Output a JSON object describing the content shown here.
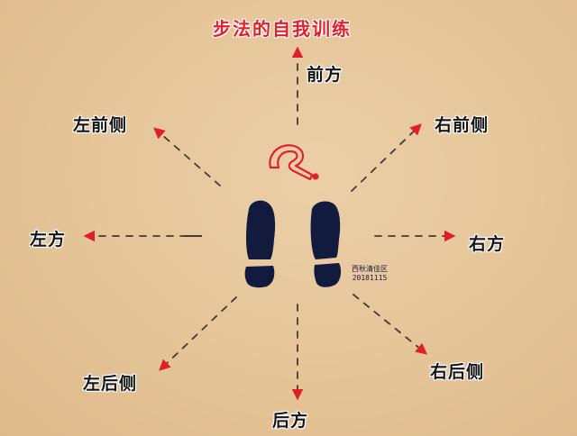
{
  "title": "步法的自我训练",
  "directions": {
    "front": "前方",
    "back": "后方",
    "left": "左方",
    "right": "右方",
    "front_left": "左前侧",
    "front_right": "右前侧",
    "back_left": "左后侧",
    "back_right": "右后侧"
  },
  "signature": {
    "author": "西秋清佳区",
    "date": "20181115"
  },
  "icons": {
    "center_symbol": "question-mark-icon",
    "feet": "footprints-icon"
  },
  "colors": {
    "background": "#e6c79d",
    "title": "#e2202c",
    "arrowhead": "#e01f2b",
    "dash": "#4a3a28",
    "footprint": "#121a3e",
    "question_mark": "#e2202c"
  }
}
